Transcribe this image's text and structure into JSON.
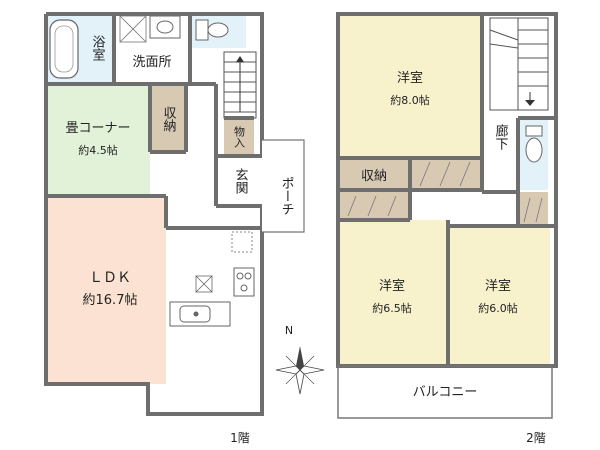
{
  "colors": {
    "wall": "#6e6e6e",
    "tatami": "#e2f2d8",
    "ldk_floor": "#fbe2d2",
    "room_floor": "#f8f2cc",
    "storage": "#d8c9b3",
    "wet_area": "#e3f2f9",
    "outdoor": "#ffffff"
  },
  "floor1": {
    "label": "1階",
    "bath": "浴室",
    "washroom": "洗面所",
    "tatami_corner": {
      "name": "畳コーナー",
      "size": "約4.5帖"
    },
    "storage": "収納",
    "closet": "物入",
    "entrance": "玄関",
    "porch": "ポーチ",
    "ldk": {
      "name": "ＬＤＫ",
      "size": "約16.7帖"
    }
  },
  "floor2": {
    "label": "2階",
    "room_north": {
      "name": "洋室",
      "size": "約8.0帖"
    },
    "storage": "収納",
    "hallway": "廊下",
    "room_sw": {
      "name": "洋室",
      "size": "約6.5帖"
    },
    "room_se": {
      "name": "洋室",
      "size": "約6.0帖"
    },
    "balcony": "バルコニー"
  },
  "compass": {
    "north": "N"
  },
  "icons": [
    "compass-rose-icon",
    "toilet-icon",
    "sink-icon",
    "bathtub-icon",
    "kitchen-sink-icon",
    "stove-icon",
    "stairs-icon"
  ]
}
